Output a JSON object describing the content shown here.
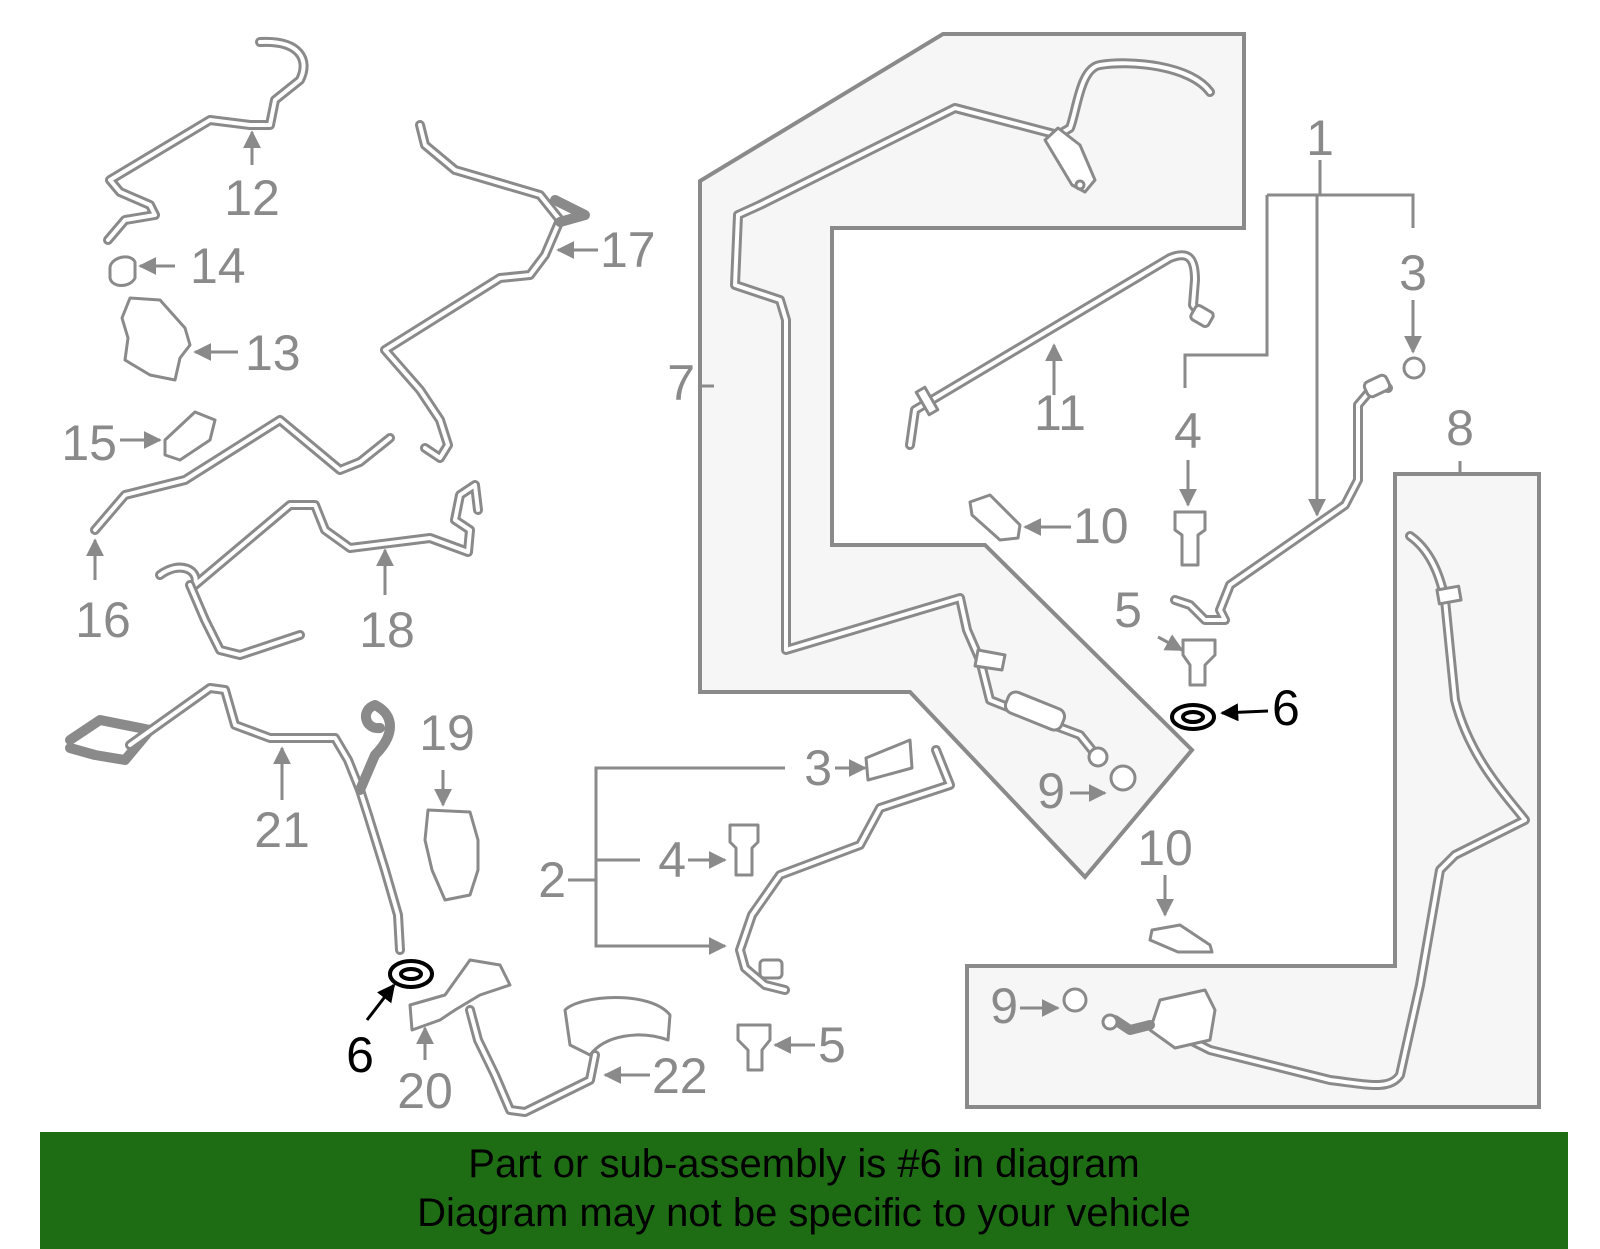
{
  "diagram": {
    "callouts": {
      "c1": "1",
      "c2": "2",
      "c3a": "3",
      "c3b": "3",
      "c4a": "4",
      "c4b": "4",
      "c5a": "5",
      "c5b": "5",
      "c6a": "6",
      "c6b": "6",
      "c7": "7",
      "c8": "8",
      "c9a": "9",
      "c9b": "9",
      "c10a": "10",
      "c10b": "10",
      "c11": "11",
      "c12": "12",
      "c13": "13",
      "c14": "14",
      "c15": "15",
      "c16": "16",
      "c17": "17",
      "c18": "18",
      "c19": "19",
      "c20": "20",
      "c21": "21",
      "c22": "22"
    },
    "highlight_part": "6",
    "colors": {
      "line": "#8a8a8a",
      "highlight": "#000000",
      "banner": "#1e6d14"
    }
  },
  "banner": {
    "line1": "Part or sub-assembly is #6 in diagram",
    "line2": "Diagram may not be specific to your vehicle"
  }
}
